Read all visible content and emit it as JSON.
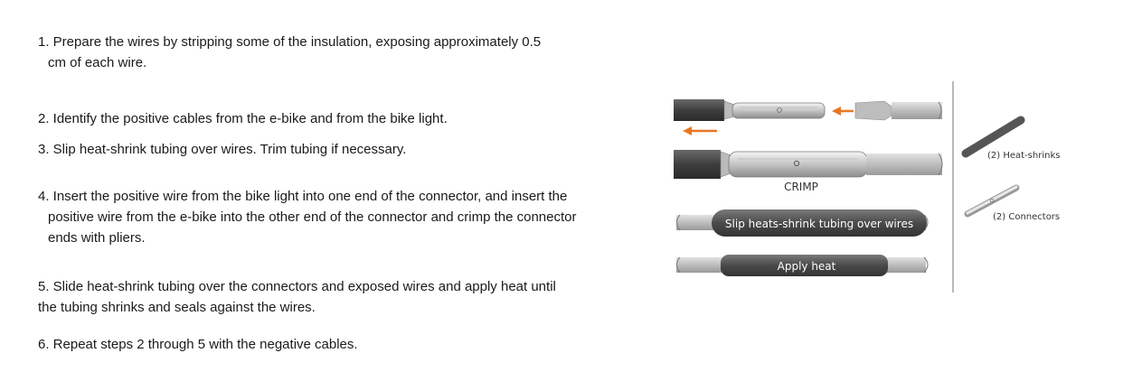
{
  "steps": [
    {
      "line1": "1. Prepare the wires by stripping some of the insulation, exposing  approximately 0.5",
      "line2": "cm of each wire."
    },
    {
      "line1": "2. Identify the positive cables from the e-bike and from the bike light.",
      "line2": ""
    },
    {
      "line1": "3. Slip heat-shrink tubing over wires. Trim tubing if necessary.",
      "line2": ""
    },
    {
      "line1": "4. Insert the positive wire from the bike light into one end of the  connector, and insert the",
      "line2": "positive wire from the e-bike into the other  end of the connector and crimp the connector",
      "line3": "ends with pliers."
    },
    {
      "line1": "5. Slide heat-shrink tubing over the connectors and exposed wires and  apply heat until",
      "line2": "the tubing shrinks and seals against the wires."
    },
    {
      "line1": "6. Repeat steps 2 through 5 with the negative cables.",
      "line2": ""
    }
  ],
  "diagram": {
    "crimp_label": "CRIMP",
    "slip_label": "Slip heats-shrink tubing over wires",
    "heat_label": "Apply heat",
    "heatshrinks_label": "(2) Heat-shrinks",
    "connectors_label": "(2) Connectors",
    "colors": {
      "arrow": "#e87722",
      "cable_dark": "#4a4a4a",
      "cable_light": "#c9c9c9",
      "tube": "#555555"
    }
  }
}
